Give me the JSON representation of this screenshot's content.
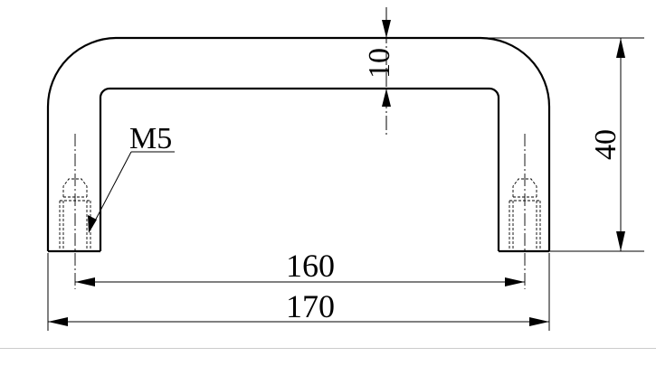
{
  "labels": {
    "thread": "M5",
    "thickness": "10",
    "height": "40",
    "hole_spacing": "160",
    "overall_length": "170"
  },
  "colors": {
    "line": "#000000",
    "background": "#ffffff"
  }
}
